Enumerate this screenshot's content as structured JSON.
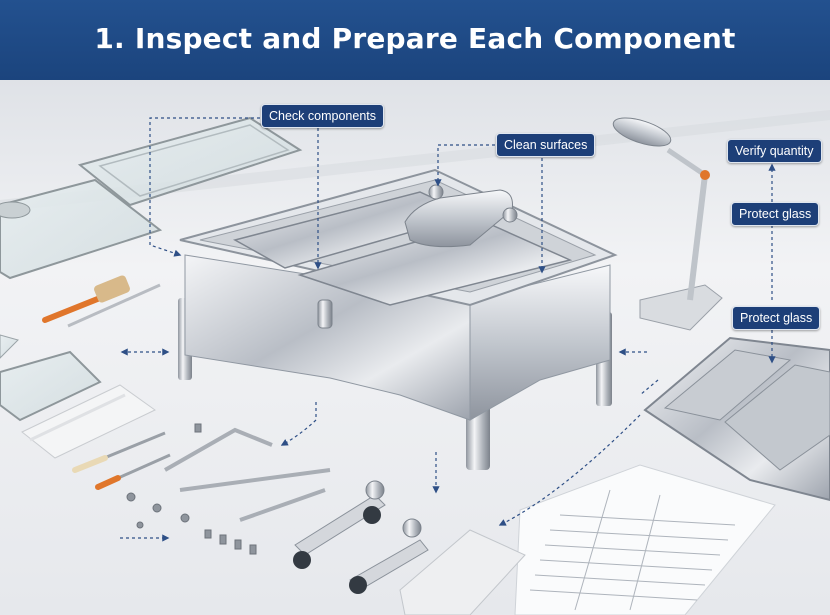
{
  "header": {
    "title": "1. Inspect and Prepare Each Component",
    "background_color": "#1f4a86"
  },
  "callouts": {
    "check_components": "Check components",
    "clean_surfaces": "Clean surfaces",
    "verify_quantity": "Verify quantity",
    "protect_glass_upper": "Protect glass",
    "protect_glass_lower": "Protect glass"
  },
  "colors": {
    "callout": "#1d3f78",
    "leader_line": "#2e4f86",
    "table_surface": "#eef0f3",
    "stainless": "#c9cdd3"
  }
}
